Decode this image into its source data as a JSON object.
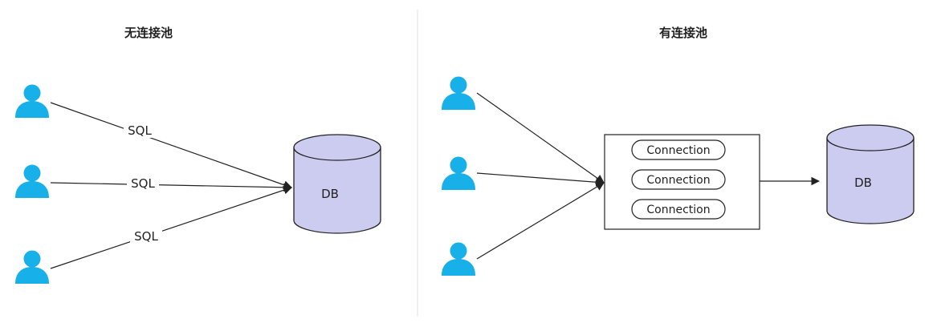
{
  "left": {
    "title": "无连接池",
    "sql_labels": [
      "SQL",
      "SQL",
      "SQL"
    ],
    "db_label": "DB"
  },
  "right": {
    "title": "有连接池",
    "pool_items": [
      "Connection",
      "Connection",
      "Connection"
    ],
    "db_label": "DB"
  },
  "colors": {
    "user_icon": "#17b0e8",
    "db_fill": "#ccccf0",
    "divider": "#e6e6e6"
  },
  "icons": [
    "user-icon",
    "database-cylinder",
    "arrow-head"
  ]
}
